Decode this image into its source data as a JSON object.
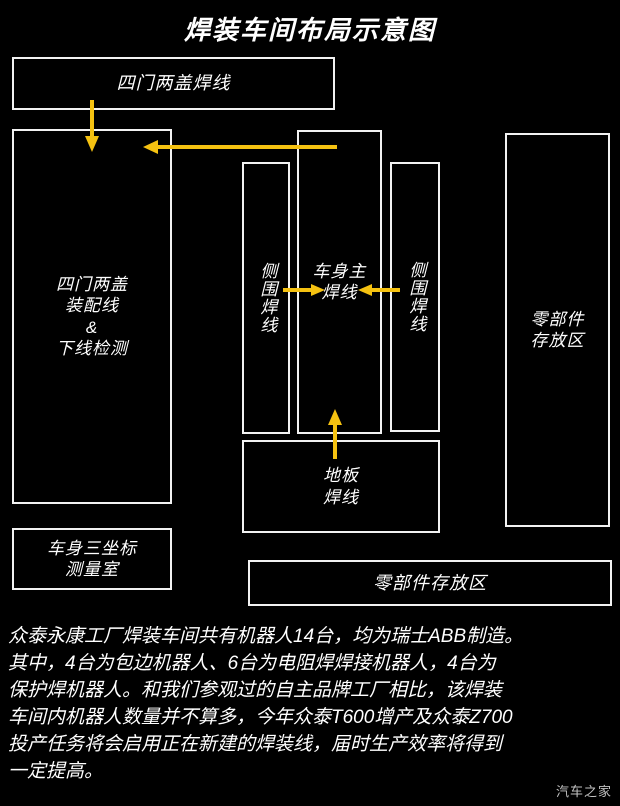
{
  "title": "焊装车间布局示意图",
  "diagram": {
    "boxes": {
      "door_weld_line": "四门两盖焊线",
      "door_assembly_line": "四门两盖\n装配线\n&\n下线检测",
      "measure_room": "车身三坐标\n测量室",
      "side_weld_left": "侧围焊线",
      "main_body_weld": "车身主\n焊线",
      "side_weld_right": "侧围焊线",
      "floor_weld": "地板\n焊线",
      "parts_storage_bottom": "零部件存放区",
      "parts_storage_right": "零部件\n存放区"
    },
    "arrow_color": "#f5c211",
    "box_border_color": "#f2f2f2",
    "background_color": "#000000"
  },
  "caption": {
    "lines": [
      "众泰永康工厂焊装车间共有机器人14台，均为瑞士ABB制造。",
      "其中，4台为包边机器人、6台为电阻焊焊接机器人，4台为",
      "保护焊机器人。和我们参观过的自主品牌工厂相比，该焊装",
      "车间内机器人数量并不算多，今年众泰T600增产及众泰Z700",
      "投产任务将会启用正在新建的焊装线，届时生产效率将得到",
      "一定提高。"
    ]
  },
  "watermark": "汽车之家"
}
